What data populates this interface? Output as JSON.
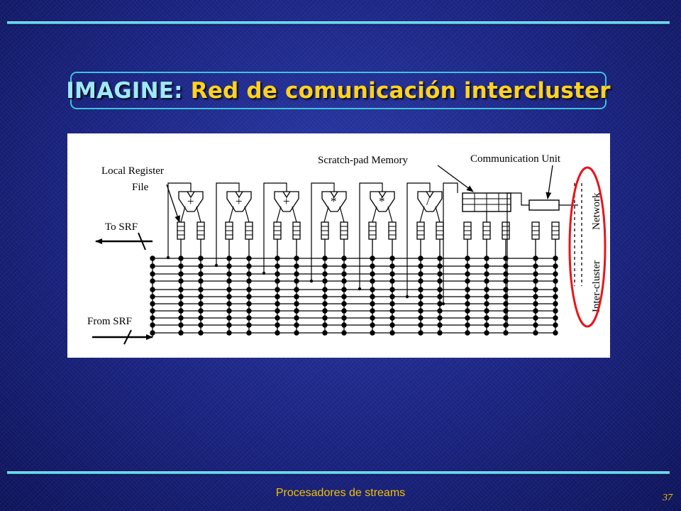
{
  "slide": {
    "title_prefix": "IMAGINE: ",
    "title_main": "Red de comunicación intercluster",
    "footer": "Procesadores de streams",
    "page_number": "37",
    "colors": {
      "title_prefix": "#9fe9f6",
      "title_main": "#ffd21f",
      "rule": "#33b8d6",
      "highlight": "#e8141c"
    }
  },
  "diagram": {
    "labels": {
      "local_register_file_1": "Local Register",
      "local_register_file_2": "File",
      "scratch_pad": "Scratch-pad Memory",
      "comm_unit": "Communication Unit",
      "to_srf": "To SRF",
      "from_srf": "From SRF",
      "network_1": "Network",
      "network_2": "Inter-cluster"
    },
    "units": [
      {
        "op": "+"
      },
      {
        "op": "+"
      },
      {
        "op": "+"
      },
      {
        "op": "*"
      },
      {
        "op": "*"
      },
      {
        "op": "/"
      }
    ]
  }
}
